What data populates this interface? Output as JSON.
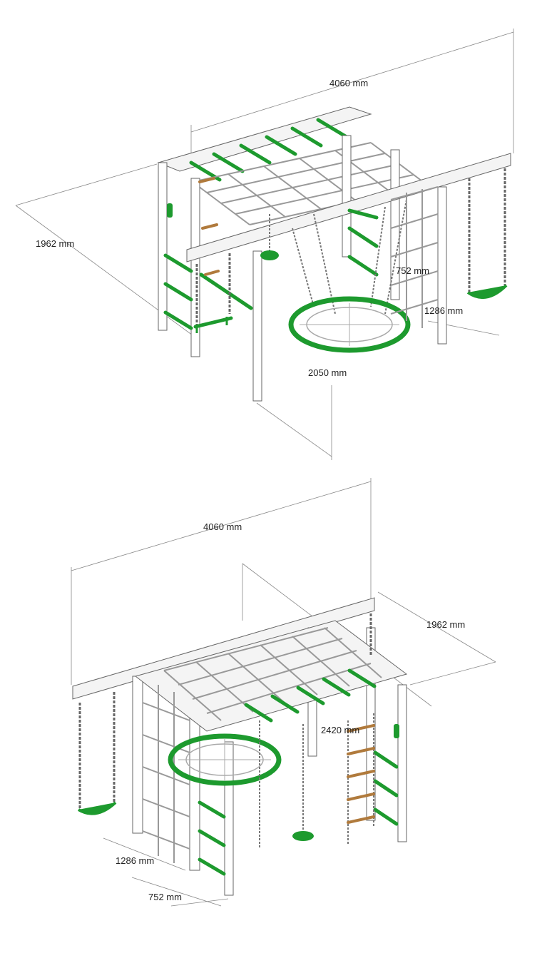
{
  "top_view": {
    "dim_length": "4060 mm",
    "dim_depth": "1962 mm",
    "dim_height": "2050 mm",
    "dim_width_a": "752 mm",
    "dim_width_b": "1286 mm"
  },
  "bottom_view": {
    "dim_length": "4060 mm",
    "dim_depth": "1962 mm",
    "dim_height": "2420 mm",
    "dim_width_b": "1286 mm",
    "dim_width_a": "752 mm"
  },
  "colors": {
    "accent_green": "#1d9a2e",
    "frame_white": "#ffffff",
    "wood_rung": "#b07a3c"
  }
}
